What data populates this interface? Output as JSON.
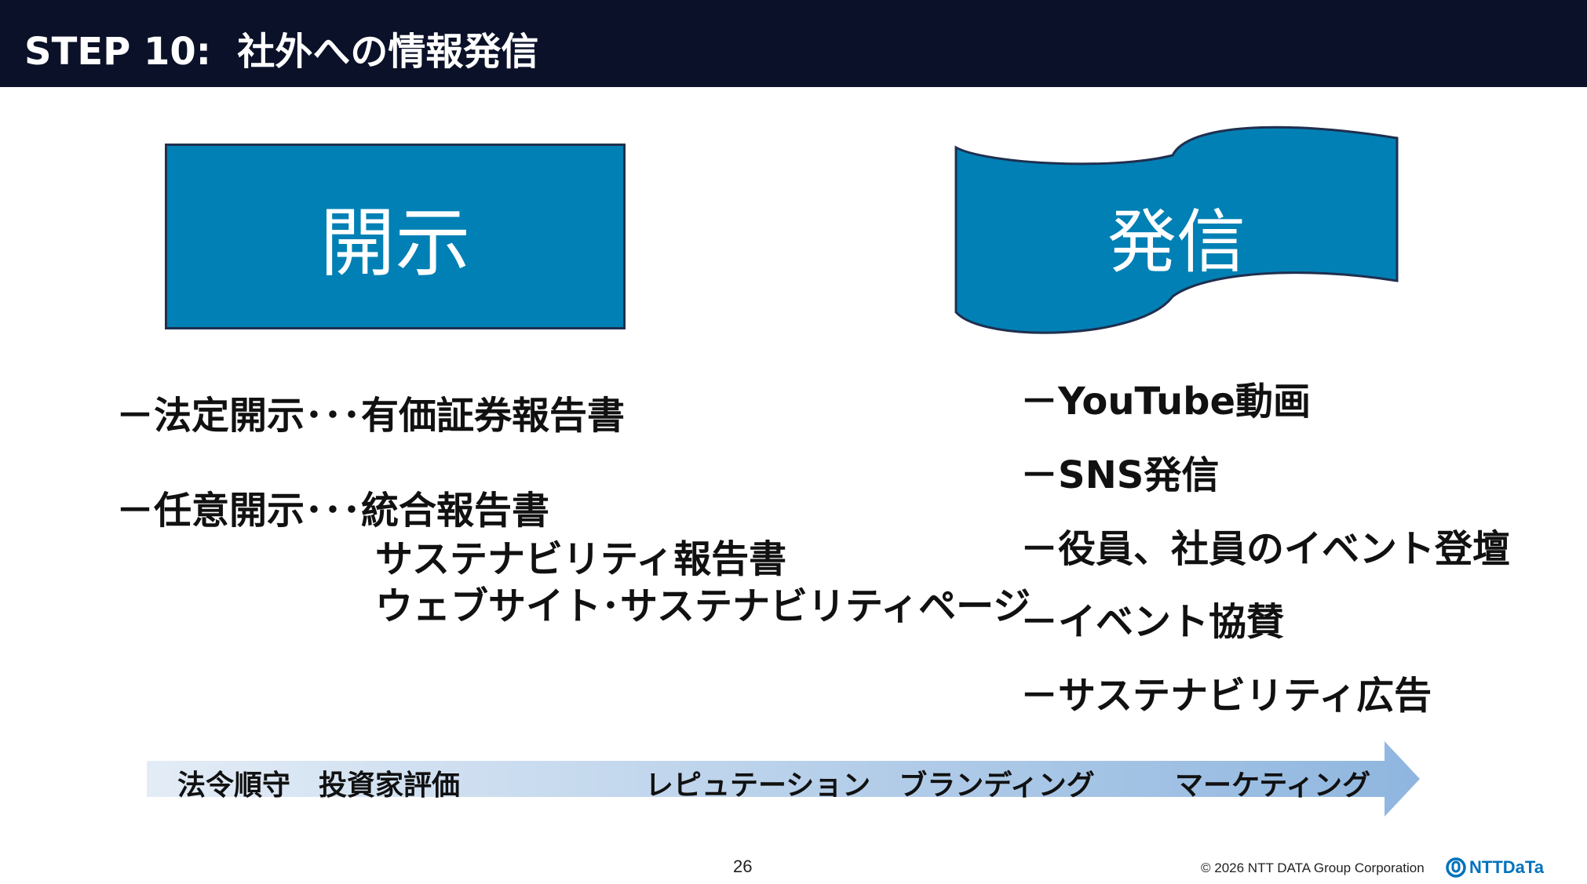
{
  "header": {
    "title": "STEP 10:  社外への情報発信"
  },
  "left": {
    "box_label": "開示",
    "items": [
      "－法定開示･･･有価証券報告書",
      "－任意開示･･･統合報告書",
      "サステナビリティ報告書",
      "ウェブサイト･サステナビリティページ"
    ]
  },
  "right": {
    "banner_label": "発信",
    "items": [
      "－YouTube動画",
      "－SNS発信",
      "－役員、社員のイベント登壇",
      "－イベント協賛",
      "－サステナビリティ広告"
    ]
  },
  "arrow": {
    "labels": [
      "法令順守　投資家評価",
      "レピュテーション　ブランディング",
      "マーケティング"
    ],
    "colors": {
      "start": "#e3ecf6",
      "end": "#8fb6df"
    }
  },
  "footer": {
    "page_number": "26",
    "copyright": "© 2026 NTT DATA Group Corporation",
    "logo_text": "NTTDaTa"
  },
  "colors": {
    "header_bg": "#0a1128",
    "shape_fill": "#0080b5",
    "brand": "#0072bc"
  }
}
